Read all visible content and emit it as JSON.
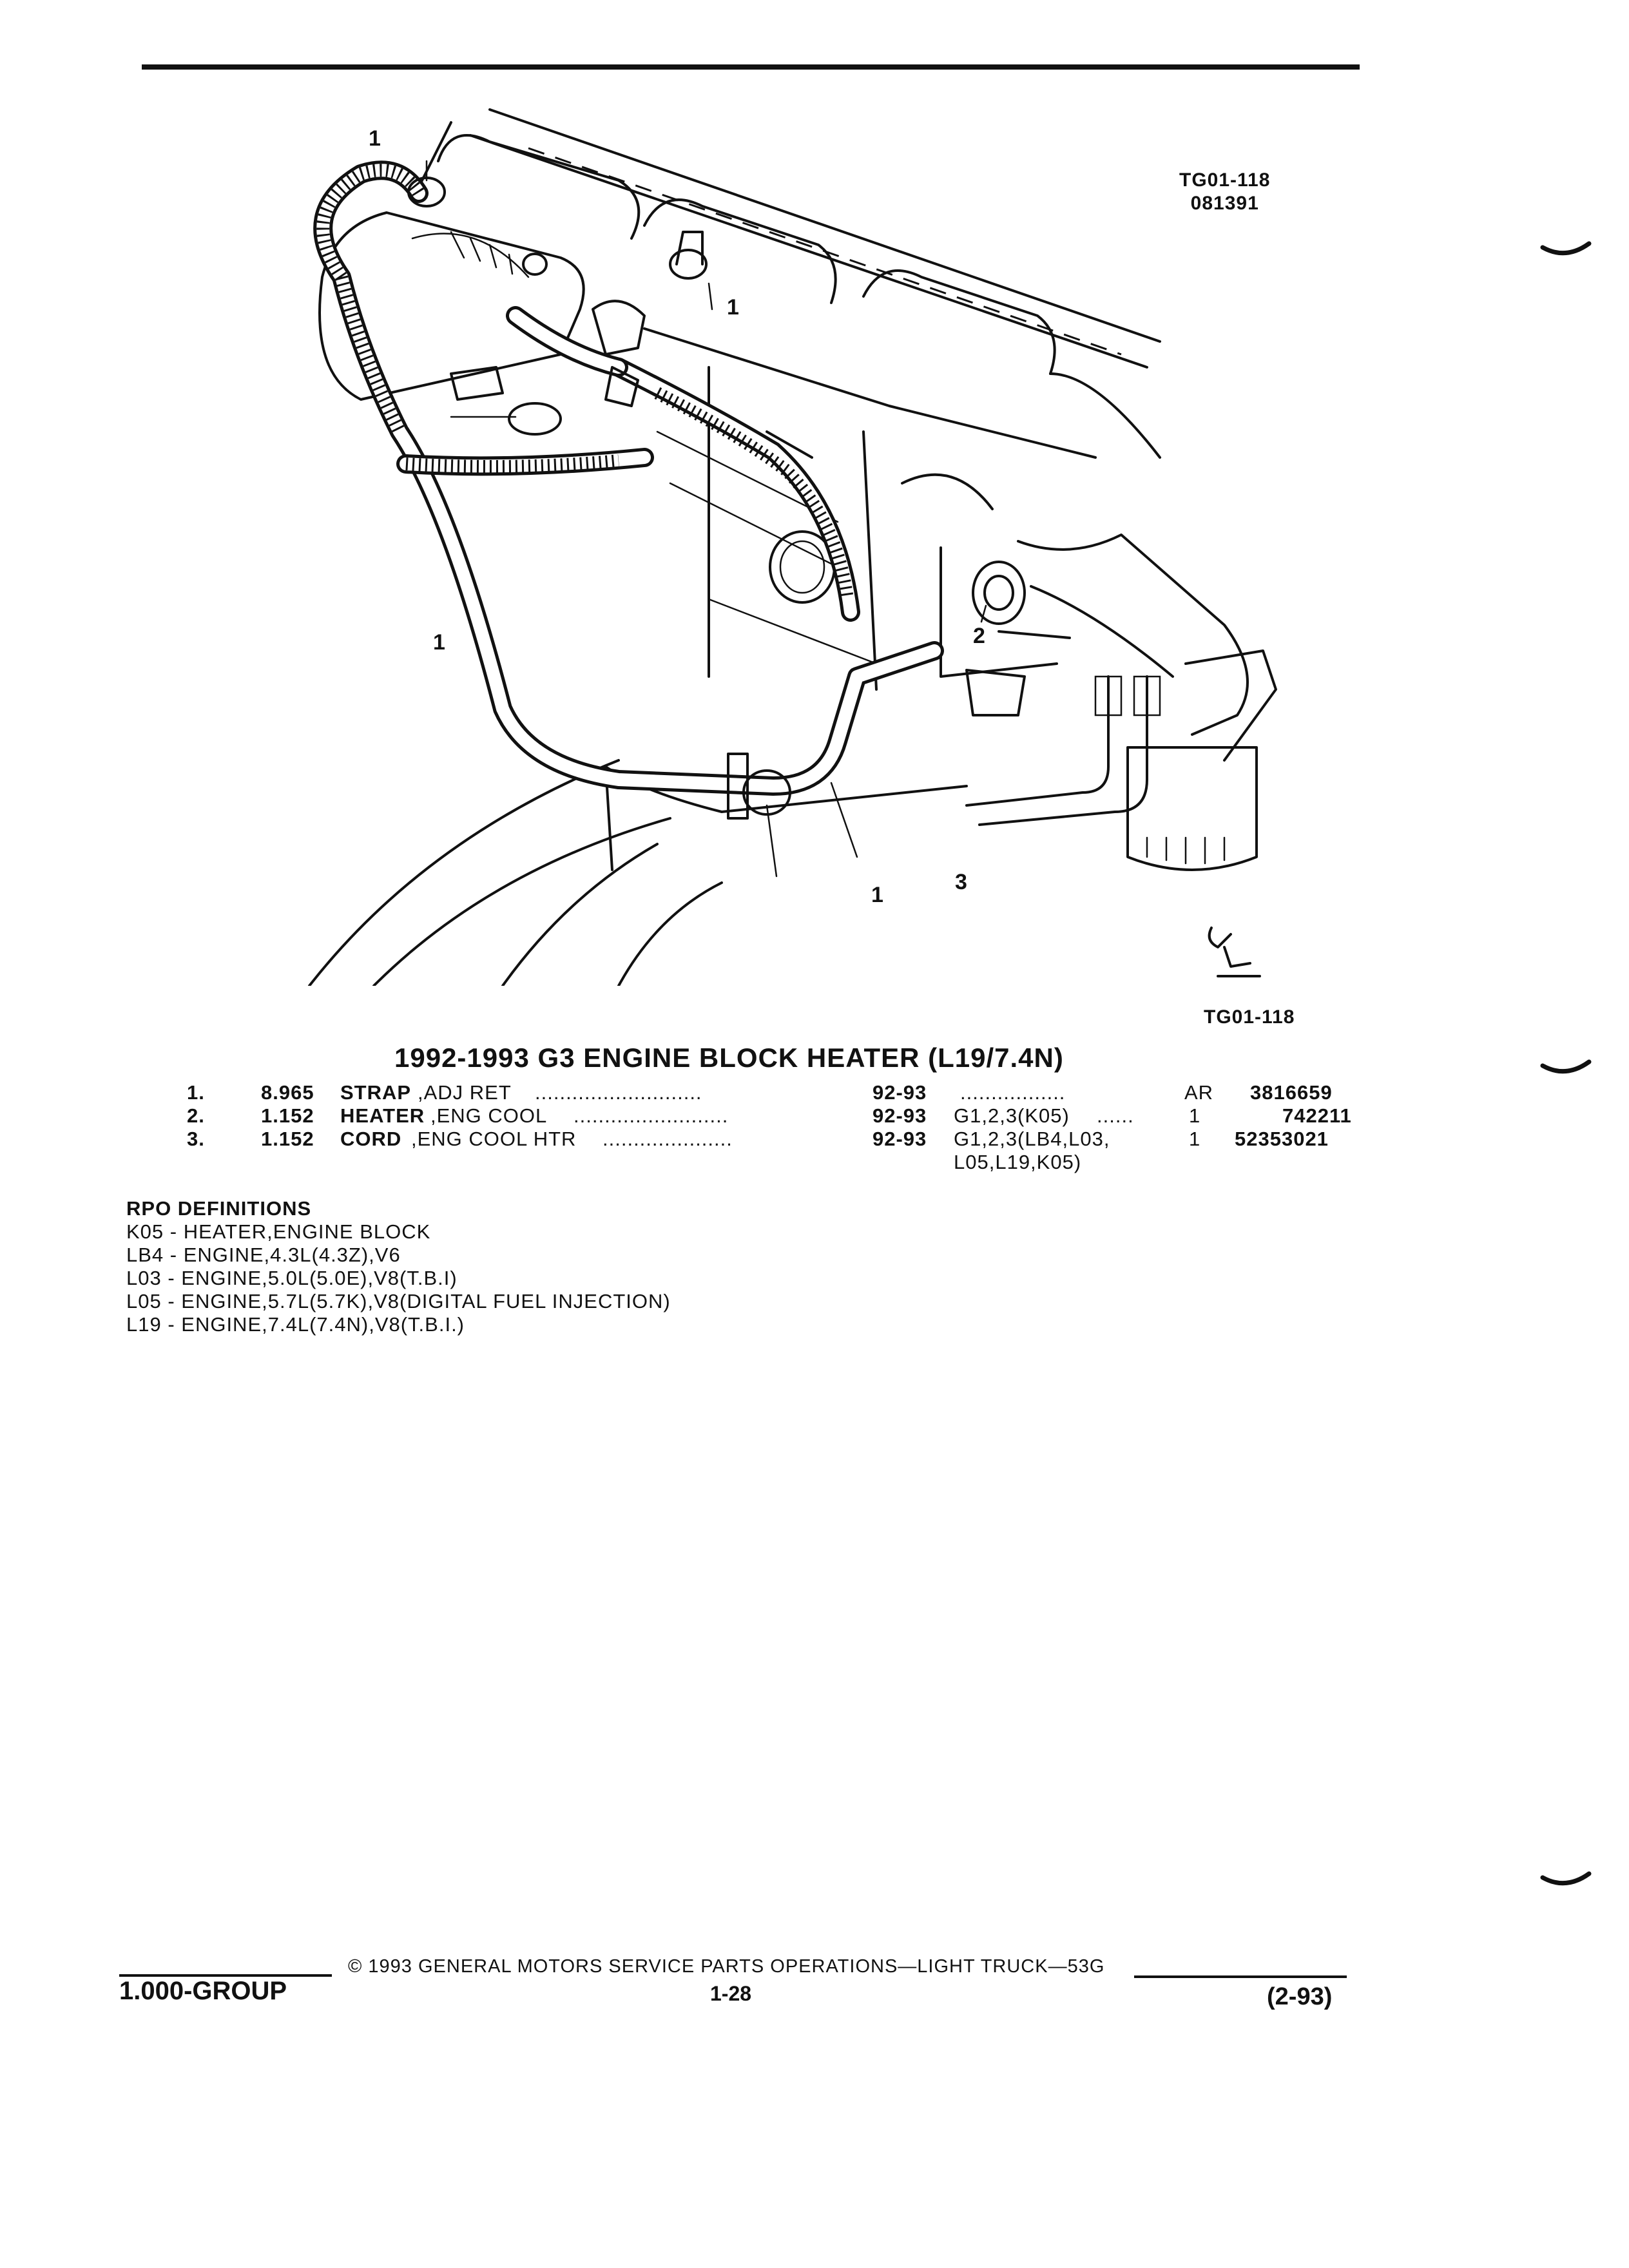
{
  "page": {
    "diagram_ref_top": [
      "TG01-118",
      "081391"
    ],
    "diagram_ref_bottom": "TG01-118",
    "callouts": [
      "1",
      "1",
      "1",
      "2",
      "1",
      "3"
    ],
    "title": "1992-1993 G3 ENGINE BLOCK HEATER (L19/7.4N)"
  },
  "parts": [
    {
      "num": "1.",
      "code": "8.965",
      "name": "STRAP",
      "desc": ",ADJ RET",
      "dots": "...........................",
      "years": "92-93",
      "applic": "",
      "applic_dots": ".................",
      "qty": "AR",
      "part_no": "3816659"
    },
    {
      "num": "2.",
      "code": "1.152",
      "name": "HEATER",
      "desc": ",ENG COOL",
      "dots": ".........................",
      "years": "92-93",
      "applic": "G1,2,3(K05)",
      "applic_dots": "......",
      "qty": "1",
      "part_no": "742211"
    },
    {
      "num": "3.",
      "code": "1.152",
      "name": "CORD",
      "desc": ",ENG COOL HTR",
      "dots": ".....................",
      "years": "92-93",
      "applic": "G1,2,3(LB4,L03,",
      "applic2": "L05,L19,K05)",
      "applic_dots": "",
      "qty": "1",
      "part_no": "52353021"
    }
  ],
  "rpo": {
    "heading": "RPO DEFINITIONS",
    "lines": [
      "K05 - HEATER,ENGINE BLOCK",
      "LB4 - ENGINE,4.3L(4.3Z),V6",
      "L03 - ENGINE,5.0L(5.0E),V8(T.B.I)",
      "L05 - ENGINE,5.7L(5.7K),V8(DIGITAL FUEL INJECTION)",
      "L19 - ENGINE,7.4L(7.4N),V8(T.B.I.)"
    ]
  },
  "footer": {
    "copyright": "© 1993 GENERAL MOTORS SERVICE PARTS OPERATIONS—LIGHT TRUCK—53G",
    "group": "1.000-GROUP",
    "page_no": "1-28",
    "date_code": "(2-93)"
  }
}
